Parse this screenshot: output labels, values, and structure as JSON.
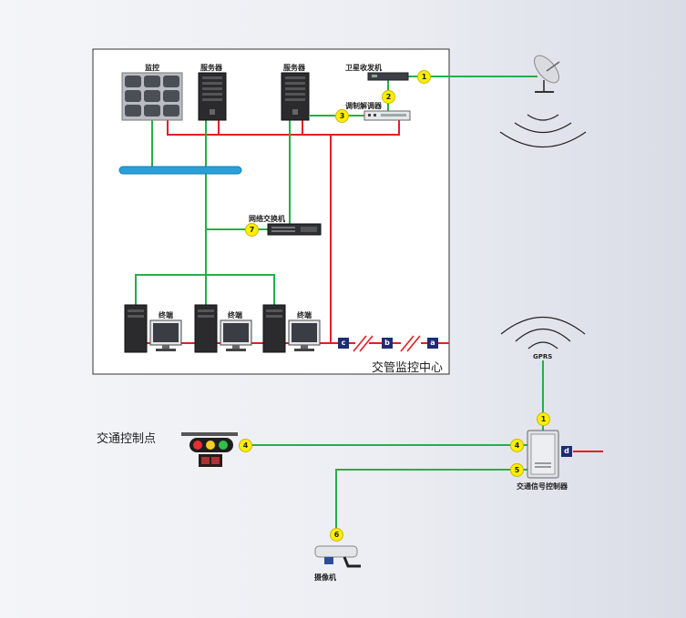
{
  "center": {
    "title": "交管监控中心"
  },
  "devices": {
    "monitor": "监控",
    "server1": "服务器",
    "server2": "服务器",
    "satellite_transceiver": "卫星收发机",
    "modem": "调制解调器",
    "network_switch": "网络交换机",
    "terminal1": "终端",
    "terminal2": "终端",
    "terminal3": "终端",
    "gprs": "GPRS",
    "signal_controller": "交通信号控制器",
    "camera": "摄像机"
  },
  "site": {
    "title": "交通控制点"
  },
  "badges": {
    "b1_sat": "1",
    "b2": "2",
    "b3": "3",
    "b7": "7",
    "b1_gprs": "1",
    "b4_light": "4",
    "b4_ctrl": "4",
    "b5": "5",
    "b6": "6"
  },
  "squares": {
    "c": "c",
    "b": "b",
    "a": "a",
    "d": "d"
  },
  "colors": {
    "green_link": "#22b04a",
    "red_link": "#e31e25",
    "blue_bus": "#2aa0d8",
    "badge": "#ffee00",
    "square": "#1e2c72"
  }
}
